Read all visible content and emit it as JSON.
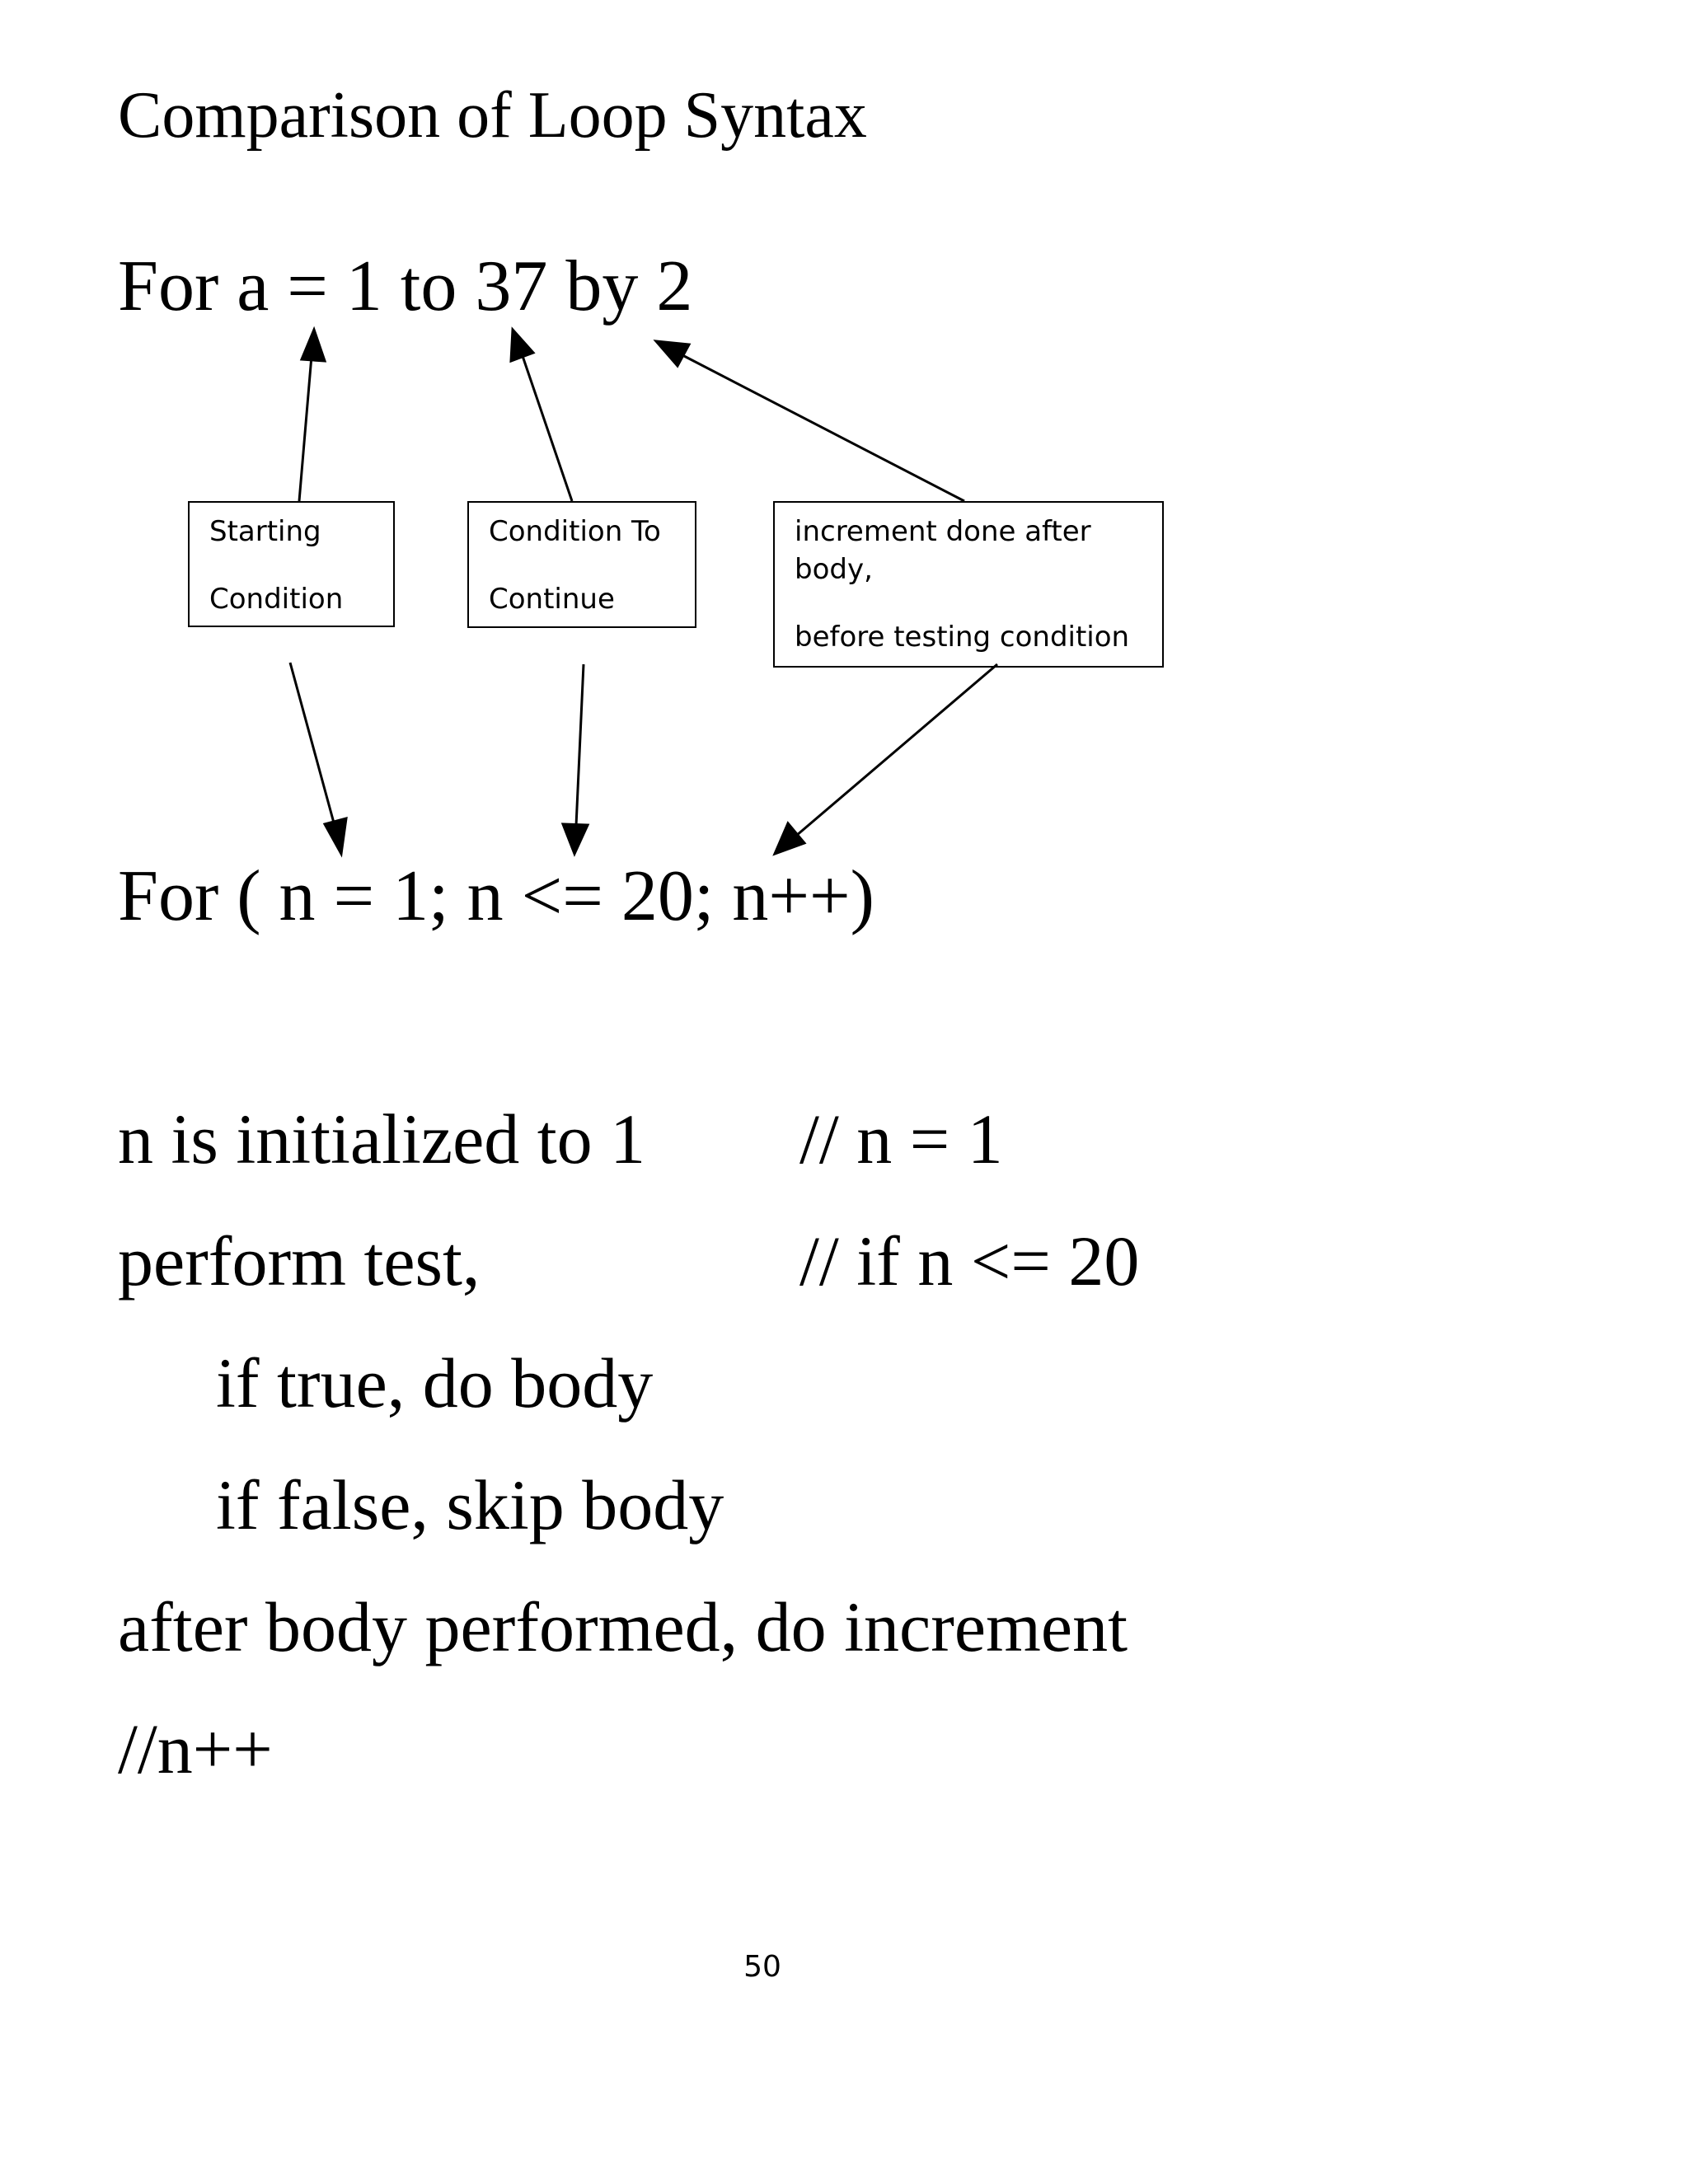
{
  "page": {
    "title": "Comparison of Loop Syntax",
    "pseudo_loop": "For  a = 1 to 37 by 2",
    "c_loop": "For ( n = 1; n <= 20; n++)",
    "boxes": {
      "start": {
        "line1": "Starting",
        "line2": "Condition"
      },
      "continue": {
        "line1": "Condition To",
        "line2": "Continue"
      },
      "increment": {
        "line1": "increment done after",
        "line2": "body,",
        "line3": "before testing condition"
      }
    },
    "steps": {
      "init": "n is initialized to 1",
      "init_comment": "// n = 1",
      "test": "perform test,",
      "test_comment": "// if n <= 20",
      "if_true": "if true, do body",
      "if_false": "if false, skip body",
      "after_body": "after body performed, do increment",
      "increment_comment": "//n++"
    },
    "page_number": "50"
  }
}
